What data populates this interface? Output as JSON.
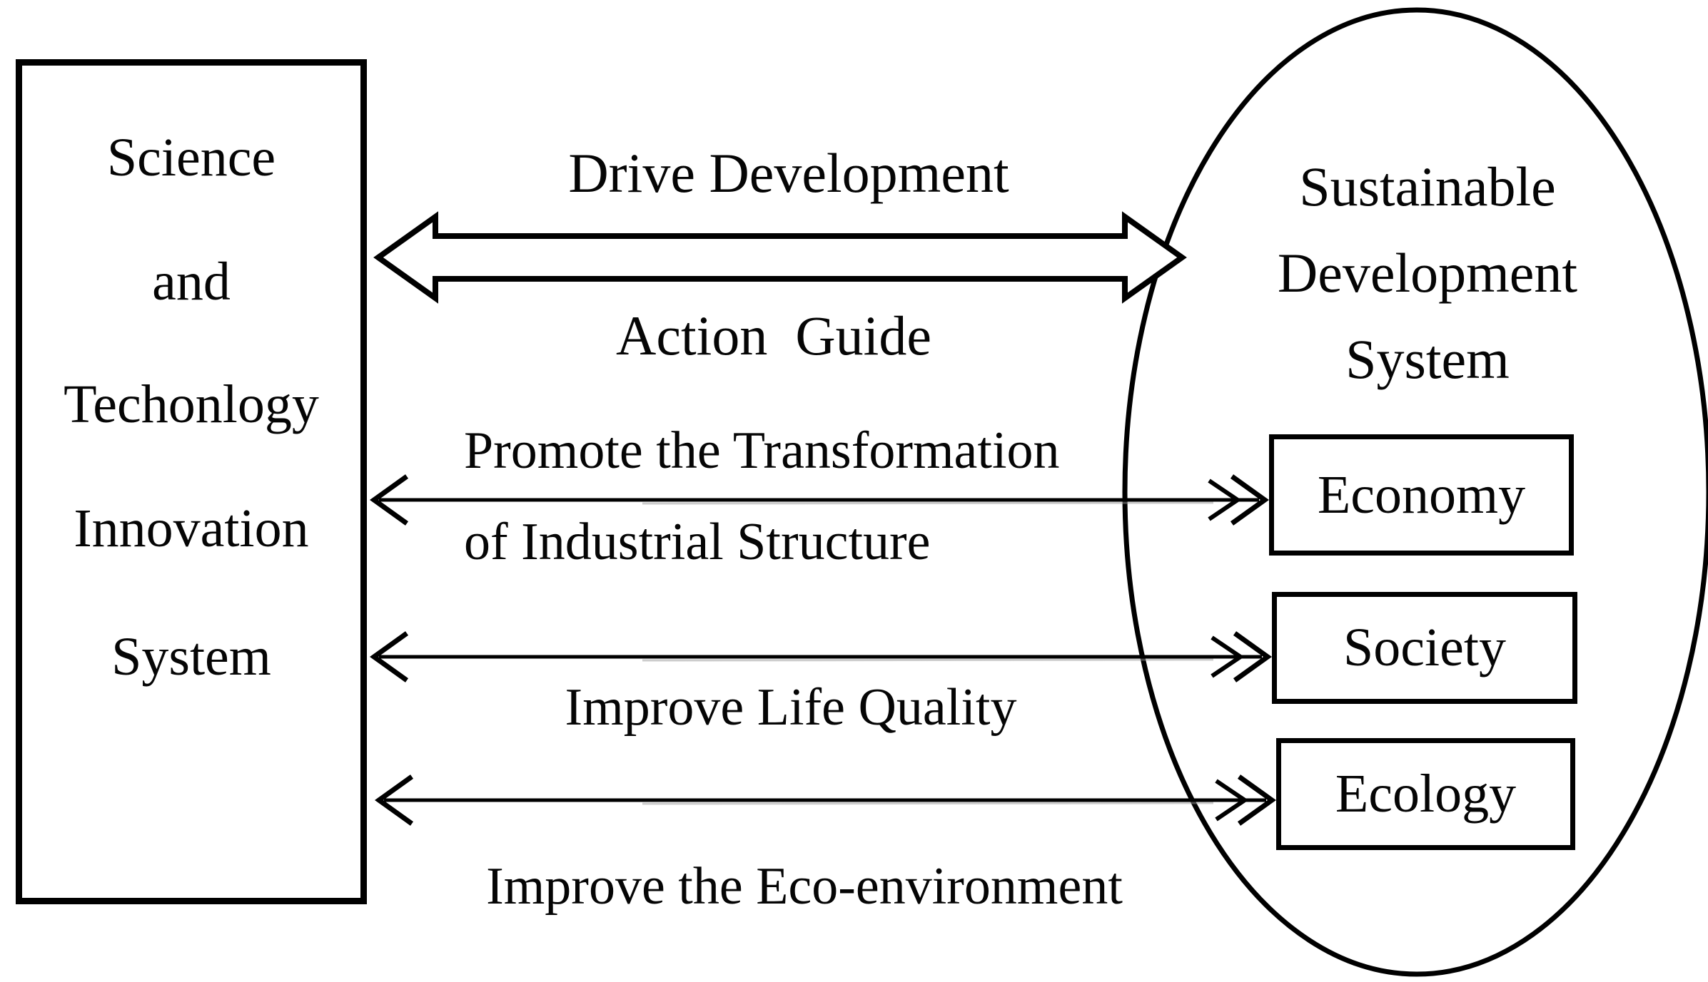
{
  "colors": {
    "background": "#ffffff",
    "ink": "#000000"
  },
  "left_box": {
    "lines": [
      "Science",
      "and",
      "Techonlogy",
      "Innovation",
      "System"
    ]
  },
  "big_arrow": {
    "label_top": "Drive Development",
    "label_bottom": "Action  Guide"
  },
  "relations": [
    {
      "label_lines": [
        "Promote the Transformation",
        "of Industrial Structure"
      ],
      "target": "Economy"
    },
    {
      "label_lines": [
        "Improve Life Quality"
      ],
      "target": "Society"
    },
    {
      "label_lines": [
        "Improve the Eco-environment"
      ],
      "target": "Ecology"
    }
  ],
  "ellipse": {
    "title_lines": [
      "Sustainable",
      "Development",
      "System"
    ],
    "boxes": [
      {
        "label": "Economy"
      },
      {
        "label": "Society"
      },
      {
        "label": "Ecology"
      }
    ]
  }
}
